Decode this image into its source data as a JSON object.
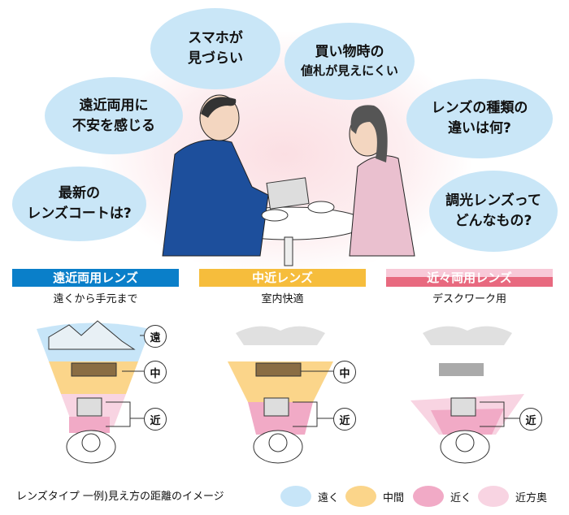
{
  "bubbles": [
    {
      "line1": "スマホが",
      "line2": "見づらい"
    },
    {
      "line1": "買い物時の",
      "line2": "値札が見えにくい"
    },
    {
      "line1": "遠近両用に",
      "line2": "不安を感じる"
    },
    {
      "line1": "レンズの種類の",
      "line2": "違いは何?"
    },
    {
      "line1": "最新の",
      "line2": "レンズコートは?"
    },
    {
      "line1": "調光レンズって",
      "line2": "どんなもの?"
    }
  ],
  "lenses": [
    {
      "title": "遠近両用レンズ",
      "subtitle": "遠くから手元まで",
      "color": "#0a7fc9",
      "labels": [
        "遠",
        "中",
        "近"
      ]
    },
    {
      "title": "中近レンズ",
      "subtitle": "室内快適",
      "color": "#f6bd3c",
      "labels": [
        "中",
        "近"
      ]
    },
    {
      "title": "近々両用レンズ",
      "subtitle": "デスクワーク用",
      "color": "#e8697f",
      "labels": [
        "近"
      ]
    }
  ],
  "legend": {
    "caption": "レンズタイプ 一例)見え方の距離のイメージ",
    "items": [
      {
        "label": "遠く",
        "color": "#c7e5f8"
      },
      {
        "label": "中間",
        "color": "#fbd58a"
      },
      {
        "label": "近く",
        "color": "#f1aac6"
      },
      {
        "label": "近方奥",
        "color": "#f8d4e2"
      }
    ]
  }
}
